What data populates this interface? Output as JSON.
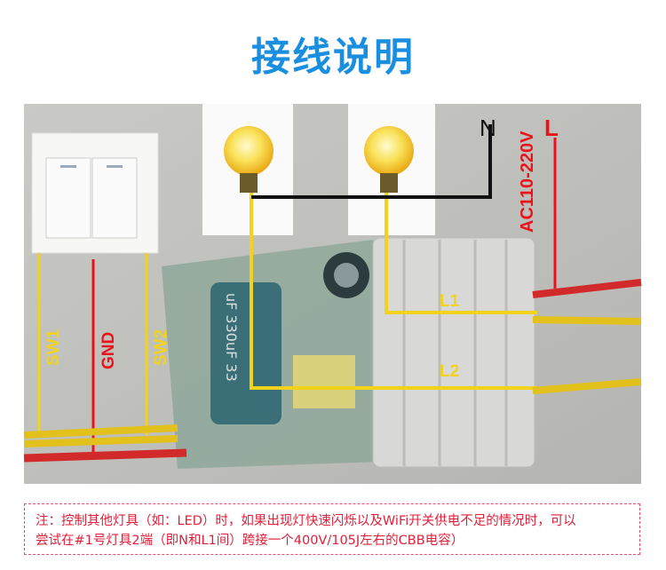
{
  "title": "接线说明",
  "labels": {
    "n": "N",
    "l": "L",
    "voltage": "AC110-220V",
    "sw1": "SW1",
    "gnd": "GND",
    "sw2": "SW2",
    "l1": "L1",
    "l2": "L2",
    "capacitor_print": "uF 330uF 33"
  },
  "note": {
    "line1": "注：控制其他灯具（如：LED）时，如果出现灯快速闪烁以及WiFi开关供电不足的情况时，可以",
    "line2": "尝试在#1号灯具2端（即N和L1间）跨接一个400V/105J左右的CBB电容）"
  },
  "colors": {
    "title": "#1a8fe0",
    "live": "#e8141c",
    "switch_wire": "#f2d21a",
    "neutral": "#111111",
    "note": "#e0203a"
  }
}
